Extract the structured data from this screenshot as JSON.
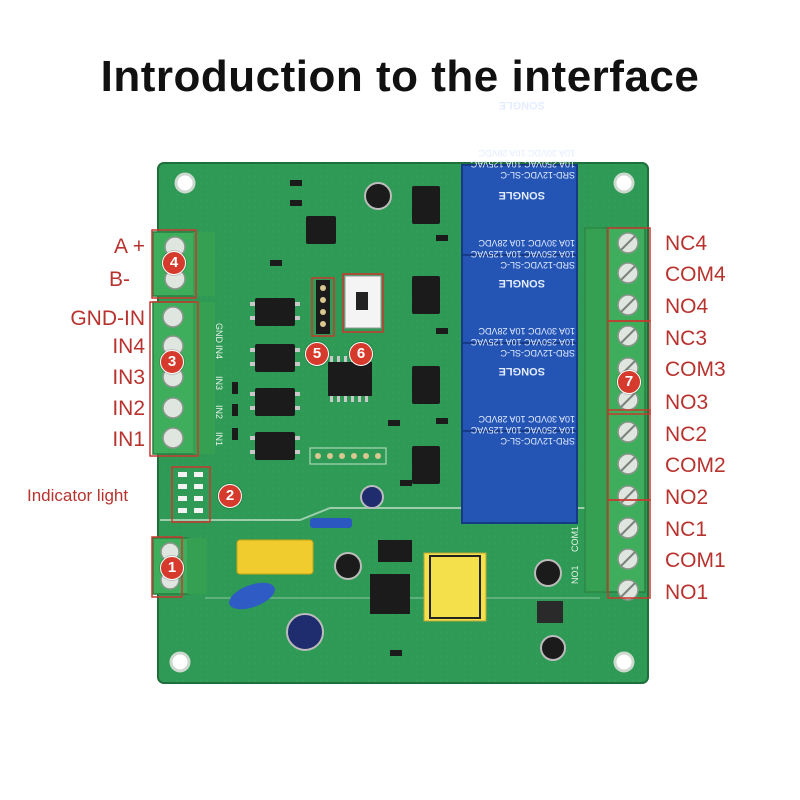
{
  "title": "Introduction to the interface",
  "colors": {
    "pcb": "#2e9a55",
    "pcb_dark": "#237a42",
    "relay_blue": "#2455b5",
    "terminal_green": "#3fae5c",
    "callout_red": "#c8392f"
  },
  "left_labels": {
    "a_plus": "A +",
    "b_minus": "B-",
    "gnd_in": "GND-IN",
    "in4": "IN4",
    "in3": "IN3",
    "in2": "IN2",
    "in1": "IN1",
    "indicator": "Indicator light"
  },
  "right_labels": [
    "NC4",
    "COM4",
    "NO4",
    "NC3",
    "COM3",
    "NO3",
    "NC2",
    "COM2",
    "NO2",
    "NC1",
    "COM1",
    "NO1"
  ],
  "badges": {
    "b1": "1",
    "b2": "2",
    "b3": "3",
    "b4": "4",
    "b5": "5",
    "b6": "6",
    "b7": "7"
  },
  "relay": {
    "line1": "SRD-12VDC-SL-C",
    "line2": "10A 250VAC  10A 125VAC",
    "line3": "10A 30VDC  10A 28VDC",
    "brand": "SONGLE"
  },
  "silkscreen": [
    "GND",
    "IN4",
    "IN3",
    "IN2",
    "IN1",
    "COM1",
    "NO1"
  ]
}
